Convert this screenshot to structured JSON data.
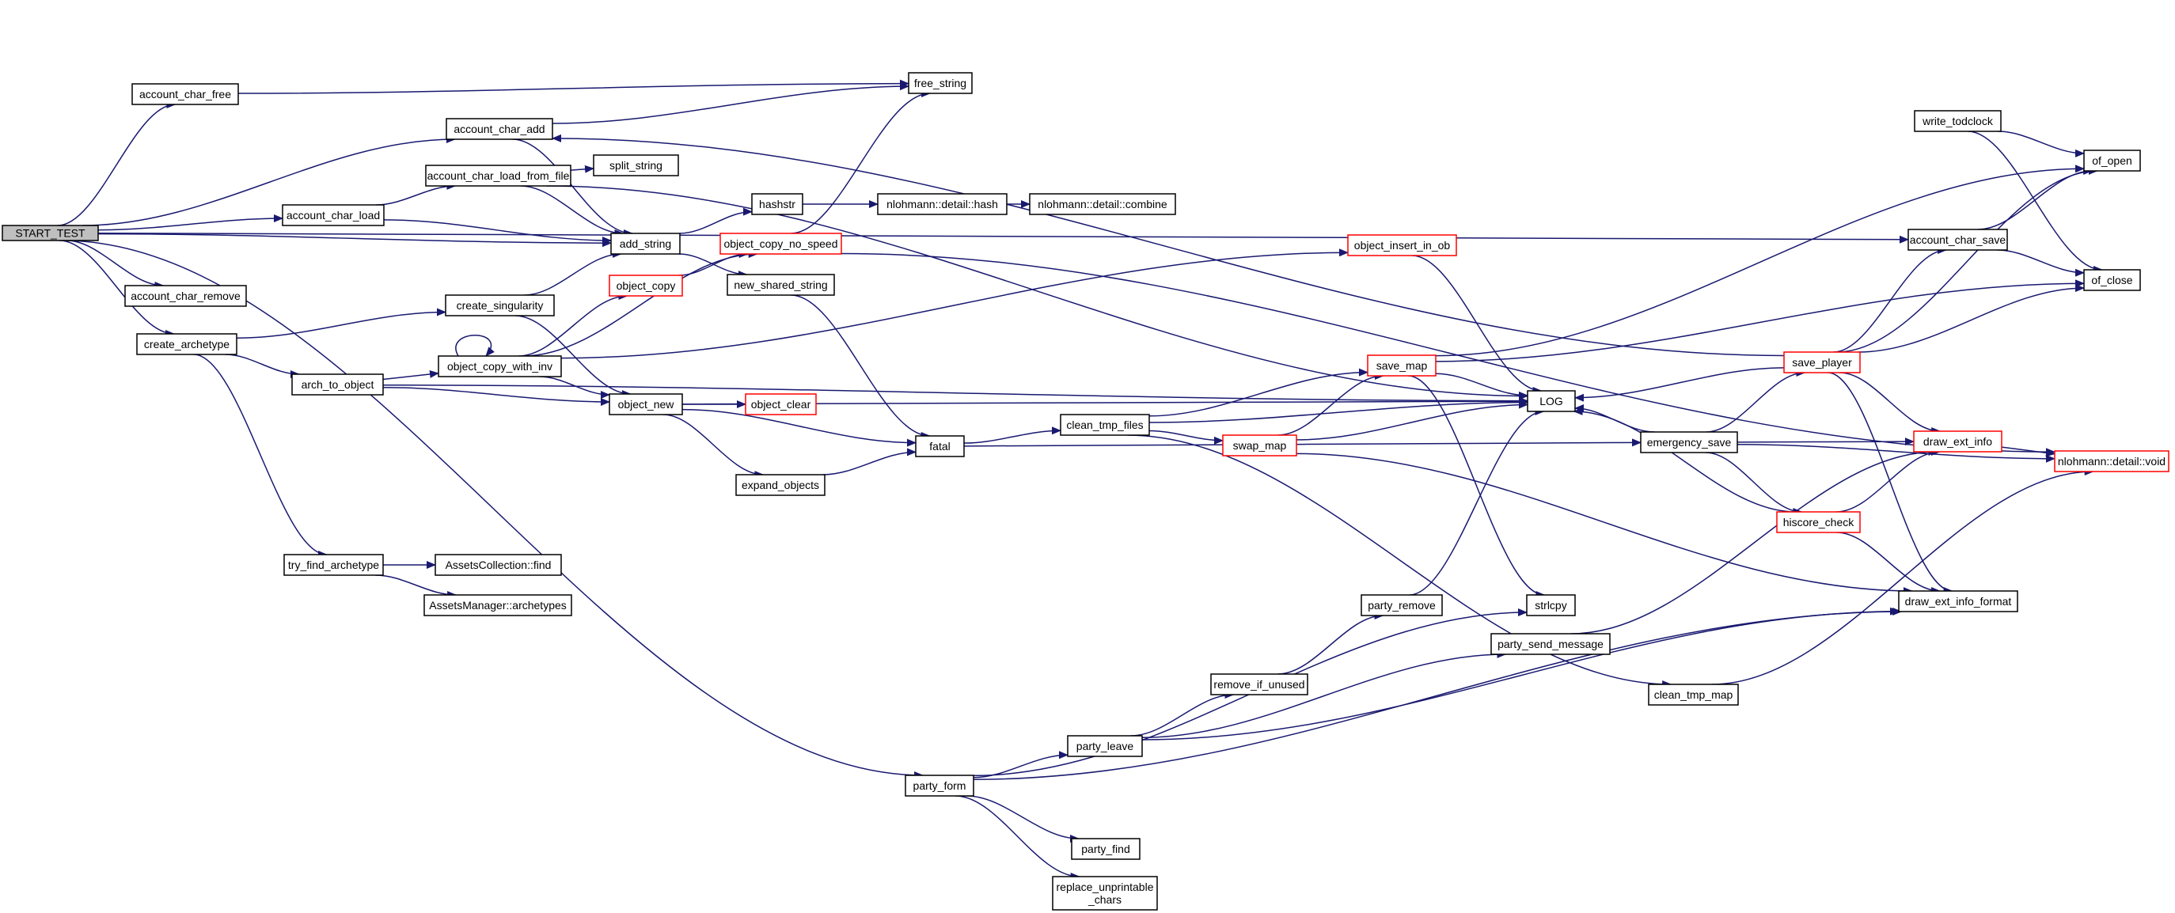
{
  "colors": {
    "edge": "#191970",
    "node_border": "#000000",
    "node_border_incomplete": "#ff0000",
    "root_fill": "#bfbfbf",
    "node_fill": "#ffffff"
  },
  "nodes": [
    {
      "id": "START_TEST",
      "label": "START_TEST",
      "style": "root"
    },
    {
      "id": "account_char_free",
      "label": "account_char_free",
      "style": "normal"
    },
    {
      "id": "account_char_add",
      "label": "account_char_add",
      "style": "normal"
    },
    {
      "id": "free_string",
      "label": "free_string",
      "style": "normal"
    },
    {
      "id": "account_char_load_from_file",
      "label": "account_char_load_from_file",
      "style": "normal"
    },
    {
      "id": "split_string",
      "label": "split_string",
      "style": "normal"
    },
    {
      "id": "account_char_load",
      "label": "account_char_load",
      "style": "normal"
    },
    {
      "id": "hashstr",
      "label": "hashstr",
      "style": "normal"
    },
    {
      "id": "nlohmann_hash",
      "label": "nlohmann::detail::hash",
      "style": "normal"
    },
    {
      "id": "nlohmann_combine",
      "label": "nlohmann::detail::combine",
      "style": "normal"
    },
    {
      "id": "add_string",
      "label": "add_string",
      "style": "normal"
    },
    {
      "id": "object_copy_no_speed",
      "label": "object_copy_no_speed",
      "style": "incomplete"
    },
    {
      "id": "account_char_remove",
      "label": "account_char_remove",
      "style": "normal"
    },
    {
      "id": "object_copy",
      "label": "object_copy",
      "style": "incomplete"
    },
    {
      "id": "new_shared_string",
      "label": "new_shared_string",
      "style": "normal"
    },
    {
      "id": "create_singularity",
      "label": "create_singularity",
      "style": "normal"
    },
    {
      "id": "create_archetype",
      "label": "create_archetype",
      "style": "normal"
    },
    {
      "id": "object_copy_with_inv",
      "label": "object_copy_with_inv",
      "style": "normal"
    },
    {
      "id": "arch_to_object",
      "label": "arch_to_object",
      "style": "normal"
    },
    {
      "id": "object_new",
      "label": "object_new",
      "style": "normal"
    },
    {
      "id": "object_clear",
      "label": "object_clear",
      "style": "incomplete"
    },
    {
      "id": "expand_objects",
      "label": "expand_objects",
      "style": "normal"
    },
    {
      "id": "fatal",
      "label": "fatal",
      "style": "normal"
    },
    {
      "id": "clean_tmp_files",
      "label": "clean_tmp_files",
      "style": "normal"
    },
    {
      "id": "object_insert_in_ob",
      "label": "object_insert_in_ob",
      "style": "incomplete"
    },
    {
      "id": "save_map",
      "label": "save_map",
      "style": "incomplete"
    },
    {
      "id": "swap_map",
      "label": "swap_map",
      "style": "incomplete"
    },
    {
      "id": "LOG",
      "label": "LOG",
      "style": "normal"
    },
    {
      "id": "emergency_save",
      "label": "emergency_save",
      "style": "normal"
    },
    {
      "id": "write_todclock",
      "label": "write_todclock",
      "style": "normal"
    },
    {
      "id": "of_open",
      "label": "of_open",
      "style": "normal"
    },
    {
      "id": "account_char_save",
      "label": "account_char_save",
      "style": "normal"
    },
    {
      "id": "of_close",
      "label": "of_close",
      "style": "normal"
    },
    {
      "id": "save_player",
      "label": "save_player",
      "style": "incomplete"
    },
    {
      "id": "draw_ext_info",
      "label": "draw_ext_info",
      "style": "incomplete"
    },
    {
      "id": "nlohmann_void",
      "label": "nlohmann::detail::void",
      "style": "incomplete"
    },
    {
      "id": "hiscore_check",
      "label": "hiscore_check",
      "style": "incomplete"
    },
    {
      "id": "draw_ext_info_format",
      "label": "draw_ext_info_format",
      "style": "normal"
    },
    {
      "id": "try_find_archetype",
      "label": "try_find_archetype",
      "style": "normal"
    },
    {
      "id": "AssetsCollection_find",
      "label": "AssetsCollection::find",
      "style": "normal"
    },
    {
      "id": "AssetsManager_archetypes",
      "label": "AssetsManager::archetypes",
      "style": "normal"
    },
    {
      "id": "party_remove",
      "label": "party_remove",
      "style": "normal"
    },
    {
      "id": "strlcpy",
      "label": "strlcpy",
      "style": "normal"
    },
    {
      "id": "party_send_message",
      "label": "party_send_message",
      "style": "normal"
    },
    {
      "id": "remove_if_unused",
      "label": "remove_if_unused",
      "style": "normal"
    },
    {
      "id": "clean_tmp_map",
      "label": "clean_tmp_map",
      "style": "normal"
    },
    {
      "id": "party_leave",
      "label": "party_leave",
      "style": "normal"
    },
    {
      "id": "party_form",
      "label": "party_form",
      "style": "normal"
    },
    {
      "id": "party_find",
      "label": "party_find",
      "style": "normal"
    },
    {
      "id": "replace_unprintable_chars",
      "label": "replace_unprintable\n_chars",
      "style": "normal"
    }
  ],
  "edges": [
    [
      "START_TEST",
      "account_char_free"
    ],
    [
      "START_TEST",
      "account_char_add"
    ],
    [
      "START_TEST",
      "account_char_load"
    ],
    [
      "START_TEST",
      "add_string"
    ],
    [
      "START_TEST",
      "account_char_remove"
    ],
    [
      "START_TEST",
      "create_archetype"
    ],
    [
      "START_TEST",
      "account_char_save"
    ],
    [
      "START_TEST",
      "party_form"
    ],
    [
      "account_char_free",
      "free_string"
    ],
    [
      "account_char_add",
      "free_string"
    ],
    [
      "account_char_add",
      "add_string"
    ],
    [
      "account_char_load",
      "account_char_load_from_file"
    ],
    [
      "account_char_load",
      "add_string"
    ],
    [
      "account_char_load_from_file",
      "split_string"
    ],
    [
      "account_char_load_from_file",
      "add_string"
    ],
    [
      "account_char_load_from_file",
      "LOG"
    ],
    [
      "add_string",
      "hashstr"
    ],
    [
      "add_string",
      "new_shared_string"
    ],
    [
      "hashstr",
      "nlohmann_hash"
    ],
    [
      "nlohmann_hash",
      "nlohmann_combine"
    ],
    [
      "new_shared_string",
      "fatal"
    ],
    [
      "create_archetype",
      "create_singularity"
    ],
    [
      "create_archetype",
      "arch_to_object"
    ],
    [
      "create_archetype",
      "try_find_archetype"
    ],
    [
      "create_singularity",
      "add_string"
    ],
    [
      "create_singularity",
      "object_new"
    ],
    [
      "arch_to_object",
      "object_copy_with_inv"
    ],
    [
      "arch_to_object",
      "object_new"
    ],
    [
      "arch_to_object",
      "LOG"
    ],
    [
      "object_copy_with_inv",
      "object_copy_with_inv"
    ],
    [
      "object_copy_with_inv",
      "object_copy"
    ],
    [
      "object_copy_with_inv",
      "object_copy_no_speed"
    ],
    [
      "object_copy_with_inv",
      "object_insert_in_ob"
    ],
    [
      "object_copy_with_inv",
      "object_new"
    ],
    [
      "object_copy",
      "object_copy_no_speed"
    ],
    [
      "object_copy_no_speed",
      "free_string"
    ],
    [
      "object_copy_no_speed",
      "nlohmann_void"
    ],
    [
      "object_new",
      "object_clear"
    ],
    [
      "object_new",
      "expand_objects"
    ],
    [
      "object_new",
      "fatal"
    ],
    [
      "object_new",
      "LOG"
    ],
    [
      "expand_objects",
      "fatal"
    ],
    [
      "fatal",
      "clean_tmp_files"
    ],
    [
      "fatal",
      "emergency_save"
    ],
    [
      "clean_tmp_files",
      "save_map"
    ],
    [
      "clean_tmp_files",
      "swap_map"
    ],
    [
      "clean_tmp_files",
      "LOG"
    ],
    [
      "clean_tmp_files",
      "clean_tmp_map"
    ],
    [
      "object_insert_in_ob",
      "LOG"
    ],
    [
      "save_map",
      "LOG"
    ],
    [
      "save_map",
      "of_open"
    ],
    [
      "save_map",
      "of_close"
    ],
    [
      "save_map",
      "strlcpy"
    ],
    [
      "swap_map",
      "save_map"
    ],
    [
      "swap_map",
      "LOG"
    ],
    [
      "swap_map",
      "draw_ext_info_format"
    ],
    [
      "emergency_save",
      "LOG"
    ],
    [
      "emergency_save",
      "save_player"
    ],
    [
      "emergency_save",
      "draw_ext_info"
    ],
    [
      "emergency_save",
      "hiscore_check"
    ],
    [
      "emergency_save",
      "nlohmann_void"
    ],
    [
      "write_todclock",
      "of_open"
    ],
    [
      "write_todclock",
      "of_close"
    ],
    [
      "account_char_save",
      "of_open"
    ],
    [
      "account_char_save",
      "of_close"
    ],
    [
      "save_player",
      "LOG"
    ],
    [
      "save_player",
      "of_open"
    ],
    [
      "save_player",
      "account_char_save"
    ],
    [
      "save_player",
      "of_close"
    ],
    [
      "save_player",
      "draw_ext_info"
    ],
    [
      "save_player",
      "draw_ext_info_format"
    ],
    [
      "save_player",
      "account_char_add"
    ],
    [
      "draw_ext_info",
      "nlohmann_void"
    ],
    [
      "hiscore_check",
      "LOG"
    ],
    [
      "hiscore_check",
      "draw_ext_info"
    ],
    [
      "hiscore_check",
      "draw_ext_info_format"
    ],
    [
      "try_find_archetype",
      "AssetsCollection_find"
    ],
    [
      "try_find_archetype",
      "AssetsManager_archetypes"
    ],
    [
      "party_form",
      "party_leave"
    ],
    [
      "party_form",
      "strlcpy"
    ],
    [
      "party_form",
      "draw_ext_info_format"
    ],
    [
      "party_form",
      "party_find"
    ],
    [
      "party_form",
      "replace_unprintable_chars"
    ],
    [
      "party_leave",
      "remove_if_unused"
    ],
    [
      "party_leave",
      "party_send_message"
    ],
    [
      "party_leave",
      "draw_ext_info_format"
    ],
    [
      "remove_if_unused",
      "party_remove"
    ],
    [
      "party_remove",
      "LOG"
    ],
    [
      "party_send_message",
      "draw_ext_info"
    ],
    [
      "clean_tmp_map",
      "nlohmann_void"
    ]
  ]
}
